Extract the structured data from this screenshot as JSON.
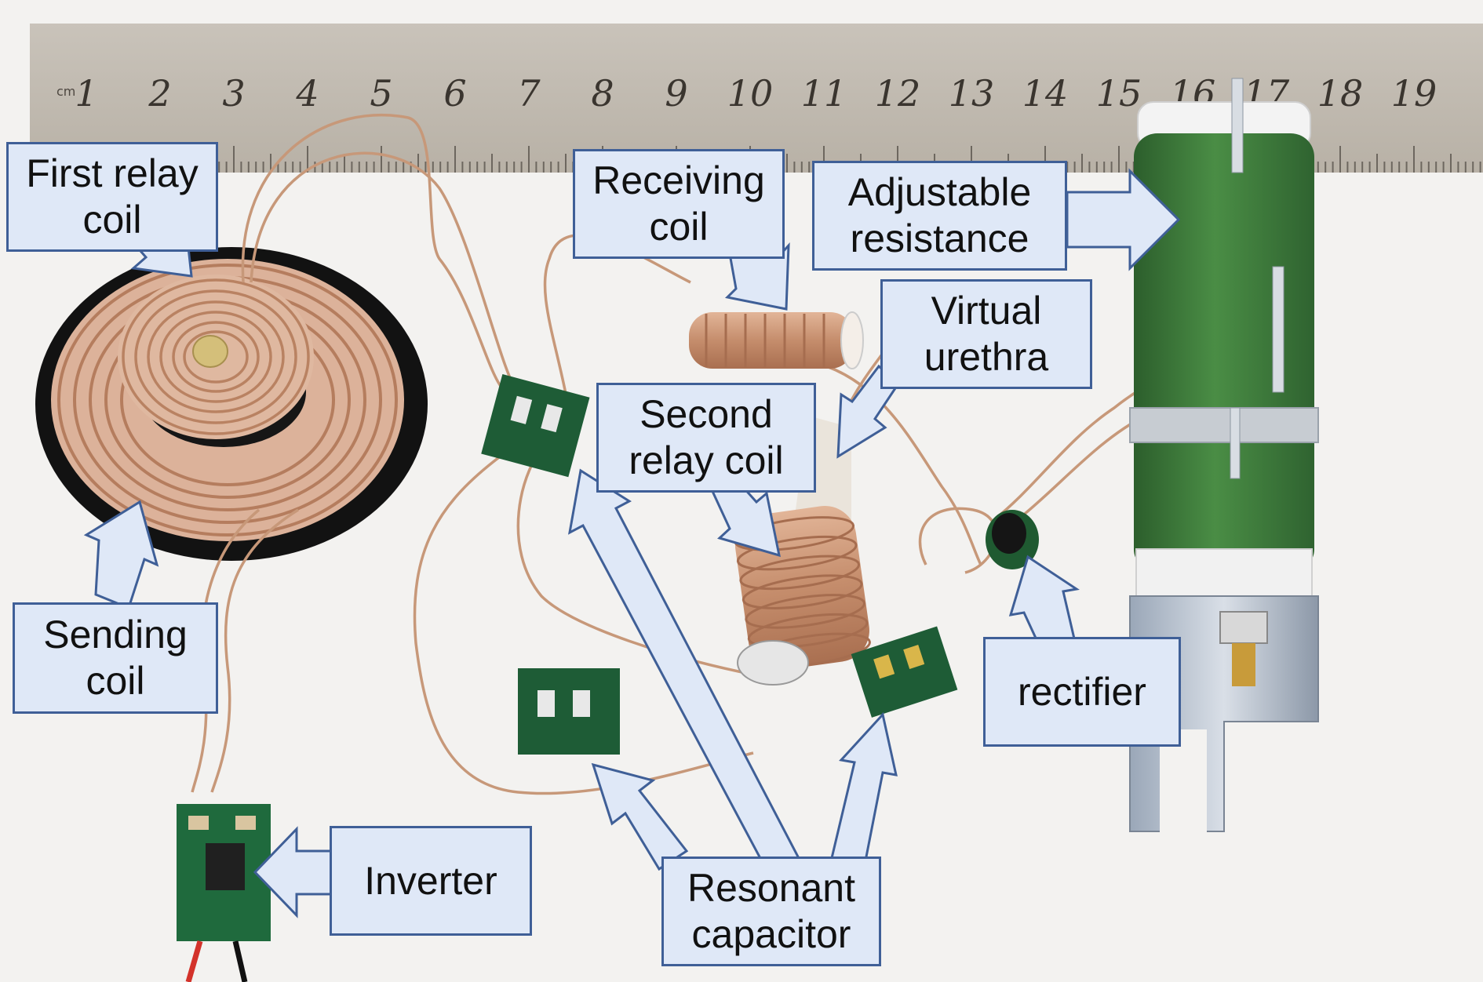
{
  "ruler": {
    "unit": "cm",
    "numbers": [
      "1",
      "2",
      "3",
      "4",
      "5",
      "6",
      "7",
      "8",
      "9",
      "10",
      "11",
      "12",
      "13",
      "14",
      "15",
      "16",
      "17",
      "18",
      "19"
    ]
  },
  "labels": {
    "first_relay_coil": [
      "First relay",
      "coil"
    ],
    "receiving_coil": [
      "Receiving",
      "coil"
    ],
    "adjustable_resistance": [
      "Adjustable",
      "resistance"
    ],
    "virtual_urethra": [
      "Virtual",
      "urethra"
    ],
    "second_relay_coil": [
      "Second",
      "relay coil"
    ],
    "sending_coil": [
      "Sending",
      "coil"
    ],
    "rectifier": [
      "rectifier"
    ],
    "inverter": [
      "Inverter"
    ],
    "resonant_capacitor": [
      "Resonant",
      "capacitor"
    ]
  },
  "colors": {
    "callout_fill": "#dfe8f7",
    "callout_border": "#3f5f97",
    "copper": "#d2a184",
    "pcb_green": "#1d5a35",
    "resistor_green": "#3d7d3c"
  }
}
